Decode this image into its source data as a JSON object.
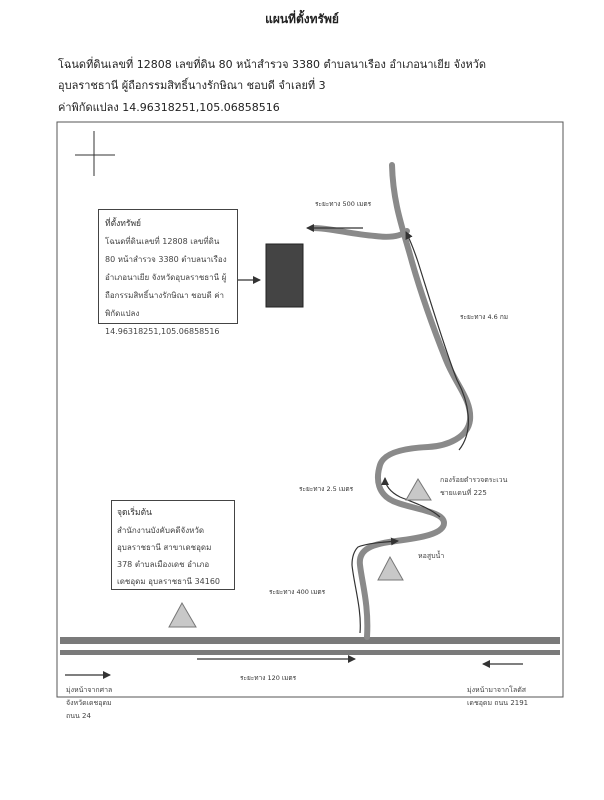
{
  "title": "แผนที่ตั้งทรัพย์",
  "header": {
    "line1": "โฉนดที่ดินเลขที่ 12808 เลขที่ดิน 80 หน้าสำรวจ 3380 ตำบลนาเรือง อำเภอนาเยีย จังหวัด",
    "line2": "อุบลราชธานี ผู้ถือกรรมสิทธิ์นางรักษิณา  ชอบดี จำเลยที่ 3",
    "line3": "ค่าพิกัดแปลง 14.96318251,105.06858516"
  },
  "property_box": {
    "title": "ที่ตั้งทรัพย์",
    "body": "โฉนดที่ดินเลขที่ 12808 เลขที่ดิน 80 หน้าสำรวจ 3380 ตำบลนาเรือง อำเภอนาเยีย จังหวัดอุบลราชธานี ผู้ถือกรรมสิทธิ์นางรักษิณา ชอบดี ค่าพิกัดแปลง 14.96318251,105.06858516"
  },
  "start_box": {
    "title": "จุดเริ่มต้น",
    "body": "สำนักงานบังคับคดีจังหวัดอุบลราชธานี สาขาเดชอุดม 378 ตำบลเมืองเดช อำเภอเดชอุดม อุบลราชธานี 34160"
  },
  "distances": {
    "d500": "ระยะทาง 500 เมตร",
    "d46": "ระยะทาง 4.6 กม",
    "d25": "ระยะทาง 2.5 เมตร",
    "d400": "ระยะทาง 400 เมตร",
    "d120": "ระยะทาง 120 เมตร"
  },
  "landmarks": {
    "checkpoint": "กองร้อยตำรวจตระเวน\nชายแดนที่ 225",
    "pond": "หอสูบน้ำ"
  },
  "directions": {
    "left": "มุ่งหน้าจากศาล\nจังหวัดเดชอุดม\nถนน 24",
    "right": "มุ่งหน้ามาจากโลตัส\nเดชอุดม ถนน 2191"
  }
}
